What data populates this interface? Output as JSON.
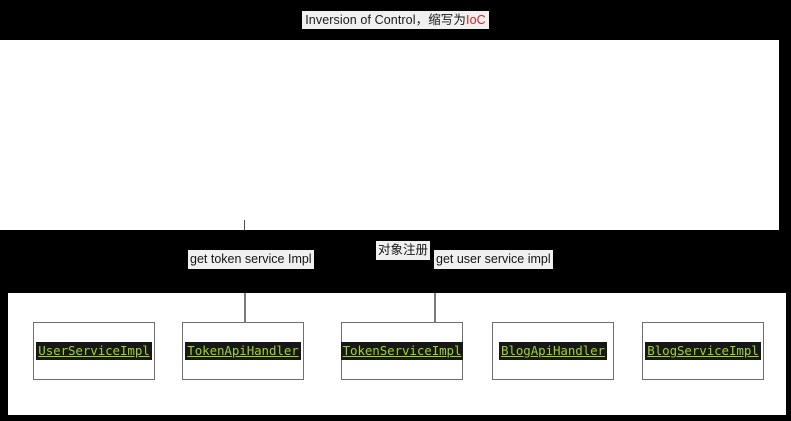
{
  "title": {
    "prefix": "Inversion of Control，缩写为",
    "accent": "IoC",
    "full": "Inversion of Control，缩写为IoC"
  },
  "panels": {
    "top_panel_label": "",
    "bottom_panel_label": ""
  },
  "edges": [
    {
      "id": "get-token-service-impl",
      "label": "get token service Impl"
    },
    {
      "id": "object-register",
      "label": "对象注册"
    },
    {
      "id": "get-user-service-impl",
      "label": "get user service impl"
    }
  ],
  "classes": [
    {
      "name": "UserServiceImpl"
    },
    {
      "name": "TokenApiHandler"
    },
    {
      "name": "TokenServiceImpl"
    },
    {
      "name": "BlogApiHandler"
    },
    {
      "name": "BlogServiceImpl"
    }
  ],
  "colors": {
    "background": "#000000",
    "panel": "#ffffff",
    "accent_red": "#e02020",
    "class_text": "#9fd425",
    "class_text_bg": "#171717",
    "label_bg": "#f0f0f0",
    "connector": "#7a7a7a",
    "box_border": "#6e6e6e"
  }
}
